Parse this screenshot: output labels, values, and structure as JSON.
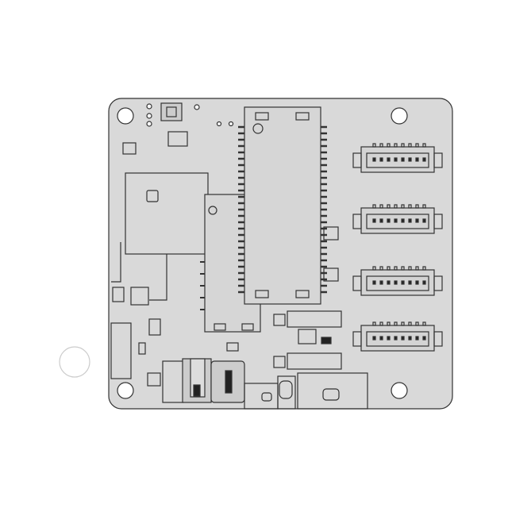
{
  "colors": {
    "background": "#ffffff",
    "board_fill": "#d9d9d9",
    "outline": "#333333",
    "component_fill": "#d4d4d4",
    "dark_part": "#222222"
  },
  "board": {
    "mounting_holes": 4,
    "large_connectors": 4,
    "small_connectors": 2
  }
}
